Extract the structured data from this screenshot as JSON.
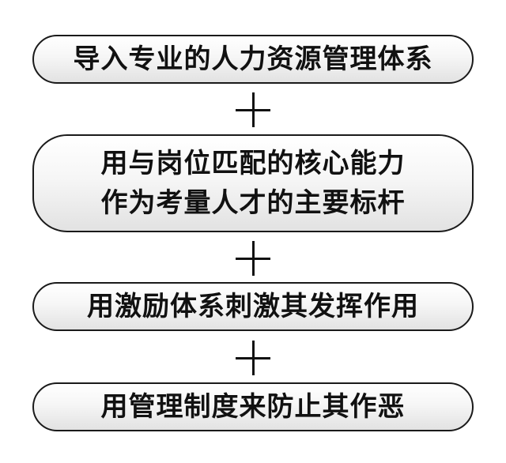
{
  "steps": [
    {
      "lines": [
        "导入专业的人力资源管理体系"
      ]
    },
    {
      "lines": [
        "用与岗位匹配的核心能力",
        "作为考量人才的主要标杆"
      ]
    },
    {
      "lines": [
        "用激励体系刺激其发挥作用"
      ]
    },
    {
      "lines": [
        "用管理制度来防止其作恶"
      ]
    }
  ],
  "connector_symbol": "plus-icon",
  "colors": {
    "border": "#1a1a1a",
    "text": "#111111",
    "box_gradient_top": "#ffffff",
    "box_gradient_bottom": "#e2e2e2"
  }
}
